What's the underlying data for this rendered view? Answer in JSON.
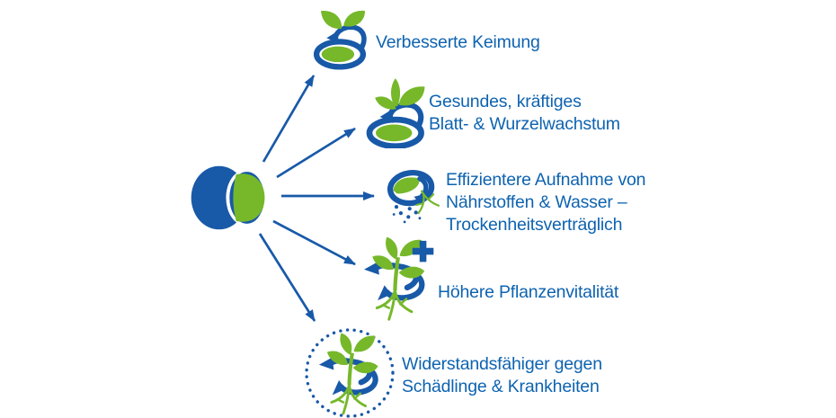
{
  "colors": {
    "brand_blue": "#1859A8",
    "brand_green": "#76B82A",
    "text_blue": "#0E63B0",
    "background": "#ffffff"
  },
  "source": {
    "icon": "coated-seed-icon",
    "description_icon_name": "coated-seed"
  },
  "benefits": [
    {
      "id": "germination",
      "icon": "sprout-germination-icon",
      "lines": [
        "Verbesserte Keimung"
      ]
    },
    {
      "id": "leaf-root-growth",
      "icon": "sprout-growth-icon",
      "lines": [
        "Gesundes, kräftiges",
        "Blatt- & Wurzelwachstum"
      ]
    },
    {
      "id": "nutrient-water-uptake",
      "icon": "nutrient-water-uptake-icon",
      "lines": [
        "Effizientere Aufnahme von",
        "Nährstoffen & Wasser –",
        "Trockenheitsverträglich"
      ]
    },
    {
      "id": "plant-vitality",
      "icon": "plant-vitality-plus-icon",
      "lines": [
        "Höhere Pflanzenvitalität"
      ]
    },
    {
      "id": "pest-resistance",
      "icon": "pest-disease-resistance-icon",
      "lines": [
        "Widerstandsfähiger gegen",
        "Schädlinge & Krankheiten"
      ]
    }
  ]
}
